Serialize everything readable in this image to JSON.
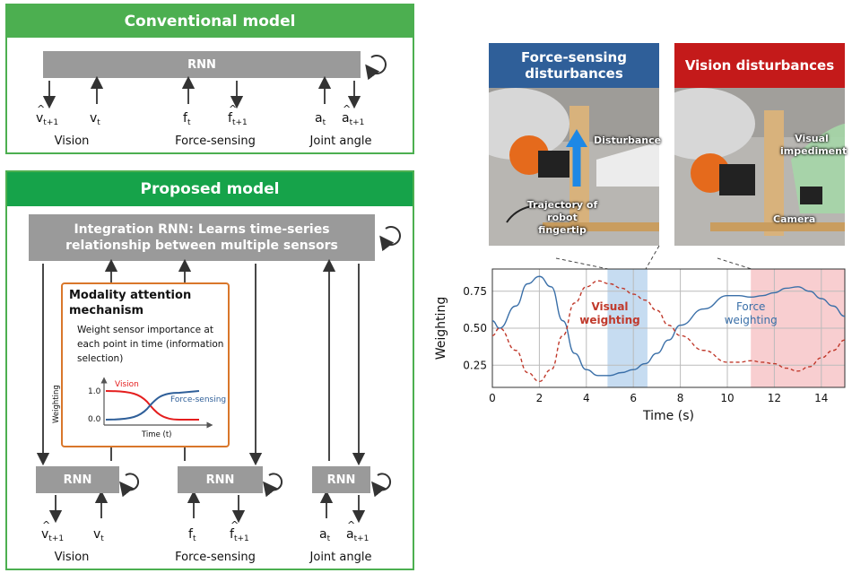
{
  "conventional": {
    "title": "Conventional model",
    "rnn_label": "RNN",
    "signals": [
      {
        "base": "v",
        "sub": "t+1",
        "hat": true
      },
      {
        "base": "v",
        "sub": "t",
        "hat": false
      },
      {
        "base": "f",
        "sub": "t",
        "hat": false
      },
      {
        "base": "f",
        "sub": "t+1",
        "hat": true
      },
      {
        "base": "a",
        "sub": "t",
        "hat": false
      },
      {
        "base": "a",
        "sub": "t+1",
        "hat": true
      }
    ],
    "groups": [
      "Vision",
      "Force-sensing",
      "Joint angle"
    ]
  },
  "proposed": {
    "title": "Proposed model",
    "integration_rnn": "Integration RNN: Learns time-series relationship between multiple sensors",
    "attention_title": "Modality attention mechanism",
    "attention_desc": "Weight sensor importance at each point in time (information selection)",
    "mini_chart": {
      "ylabel": "Weighting",
      "xlabel": "Time (t)",
      "ticks": [
        "1.0",
        "0.0"
      ],
      "series_vision": "Vision",
      "series_force": "Force-sensing"
    },
    "rnn_labels": [
      "RNN",
      "RNN",
      "RNN"
    ],
    "signals": [
      {
        "base": "v",
        "sub": "t+1",
        "hat": true
      },
      {
        "base": "v",
        "sub": "t",
        "hat": false
      },
      {
        "base": "f",
        "sub": "t",
        "hat": false
      },
      {
        "base": "f",
        "sub": "t+1",
        "hat": true
      },
      {
        "base": "a",
        "sub": "t",
        "hat": false
      },
      {
        "base": "a",
        "sub": "t+1",
        "hat": true
      }
    ],
    "groups": [
      "Vision",
      "Force-sensing",
      "Joint angle"
    ]
  },
  "photos": {
    "force_title": "Force-sensing disturbances",
    "vision_title": "Vision disturbances",
    "force_color": "#2f5f99",
    "vision_color": "#c41a1a",
    "force_callouts": {
      "disturbance": "Disturbance",
      "trajectory": "Trajectory of robot fingertip"
    },
    "vision_callouts": {
      "impediment": "Visual impediment",
      "camera": "Camera"
    }
  },
  "chart_data": {
    "type": "line",
    "xlabel": "Time (s)",
    "ylabel": "Weighting",
    "xlim": [
      0,
      15
    ],
    "ylim": [
      0.1,
      0.9
    ],
    "x_ticks": [
      0,
      2,
      4,
      6,
      8,
      10,
      12,
      14
    ],
    "y_ticks": [
      0.25,
      0.5,
      0.75
    ],
    "grid": true,
    "annotations": [
      "Visual weighting",
      "Force weighting"
    ],
    "shaded_regions": [
      {
        "x": [
          4.9,
          6.6
        ],
        "color": "#bcd6ef"
      },
      {
        "x": [
          11.0,
          15.0
        ],
        "color": "#f7c6c8"
      }
    ],
    "series": [
      {
        "name": "Force weighting",
        "style": "solid",
        "color": "#3a6fa8",
        "x": [
          0,
          0.3,
          1,
          1.5,
          2,
          2.5,
          3,
          3.5,
          4,
          4.5,
          5,
          5.5,
          6,
          6.5,
          7,
          7.5,
          8,
          9,
          10,
          10.5,
          11,
          11.5,
          12,
          12.5,
          13,
          13.5,
          14,
          14.5,
          15
        ],
        "y": [
          0.55,
          0.5,
          0.65,
          0.8,
          0.85,
          0.78,
          0.55,
          0.33,
          0.22,
          0.18,
          0.18,
          0.2,
          0.22,
          0.26,
          0.33,
          0.42,
          0.52,
          0.63,
          0.72,
          0.72,
          0.71,
          0.72,
          0.74,
          0.77,
          0.78,
          0.75,
          0.7,
          0.65,
          0.58
        ]
      },
      {
        "name": "Visual weighting",
        "style": "dashed",
        "color": "#c0392b",
        "x": [
          0,
          0.3,
          1,
          1.5,
          2,
          2.5,
          3,
          3.5,
          4,
          4.5,
          5,
          5.5,
          6,
          6.5,
          7,
          7.5,
          8,
          9,
          10,
          10.5,
          11,
          11.5,
          12,
          12.5,
          13,
          13.5,
          14,
          14.5,
          15
        ],
        "y": [
          0.45,
          0.5,
          0.35,
          0.2,
          0.14,
          0.22,
          0.45,
          0.67,
          0.78,
          0.82,
          0.8,
          0.77,
          0.73,
          0.69,
          0.62,
          0.52,
          0.45,
          0.35,
          0.27,
          0.27,
          0.28,
          0.27,
          0.26,
          0.23,
          0.21,
          0.24,
          0.3,
          0.35,
          0.42
        ]
      }
    ]
  }
}
